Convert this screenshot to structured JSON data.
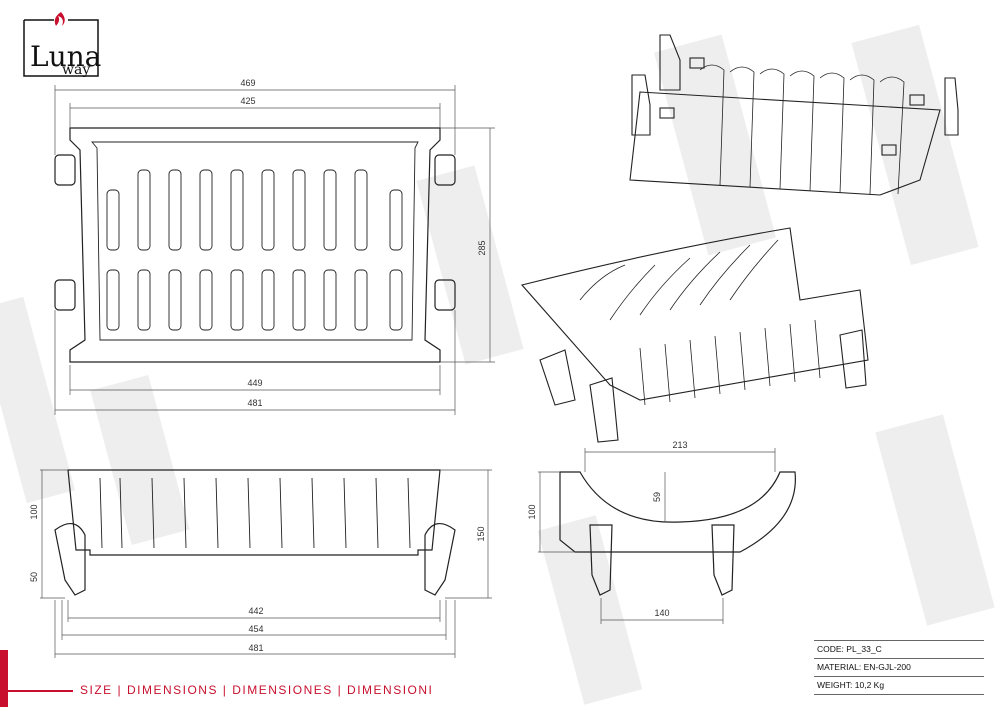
{
  "brand": {
    "name": "Luna",
    "sub": "way",
    "watermark": "luna way"
  },
  "footer": {
    "title": "SIZE | DIMENSIONS | DIMENSIONES | DIMENSIONI"
  },
  "info": {
    "code": "CODE: PL_33_C",
    "material": "MATERIAL: EN-GJL-200",
    "weight": "WEIGHT: 10,2 Kg"
  },
  "dimensions": {
    "top_overall_width": "469",
    "top_inner_width": "425",
    "top_depth": "285",
    "top_bottom_inner": "449",
    "top_bottom_overall": "481",
    "front_height_upper": "100",
    "front_height_lower": "50",
    "front_total_height": "150",
    "front_width_a": "442",
    "front_width_b": "454",
    "front_width_c": "481",
    "side_width": "213",
    "side_depth": "59",
    "side_height": "100",
    "side_base": "140"
  },
  "colors": {
    "accent": "#c8102e",
    "line": "#222222",
    "watermark": "#eeeeee"
  }
}
